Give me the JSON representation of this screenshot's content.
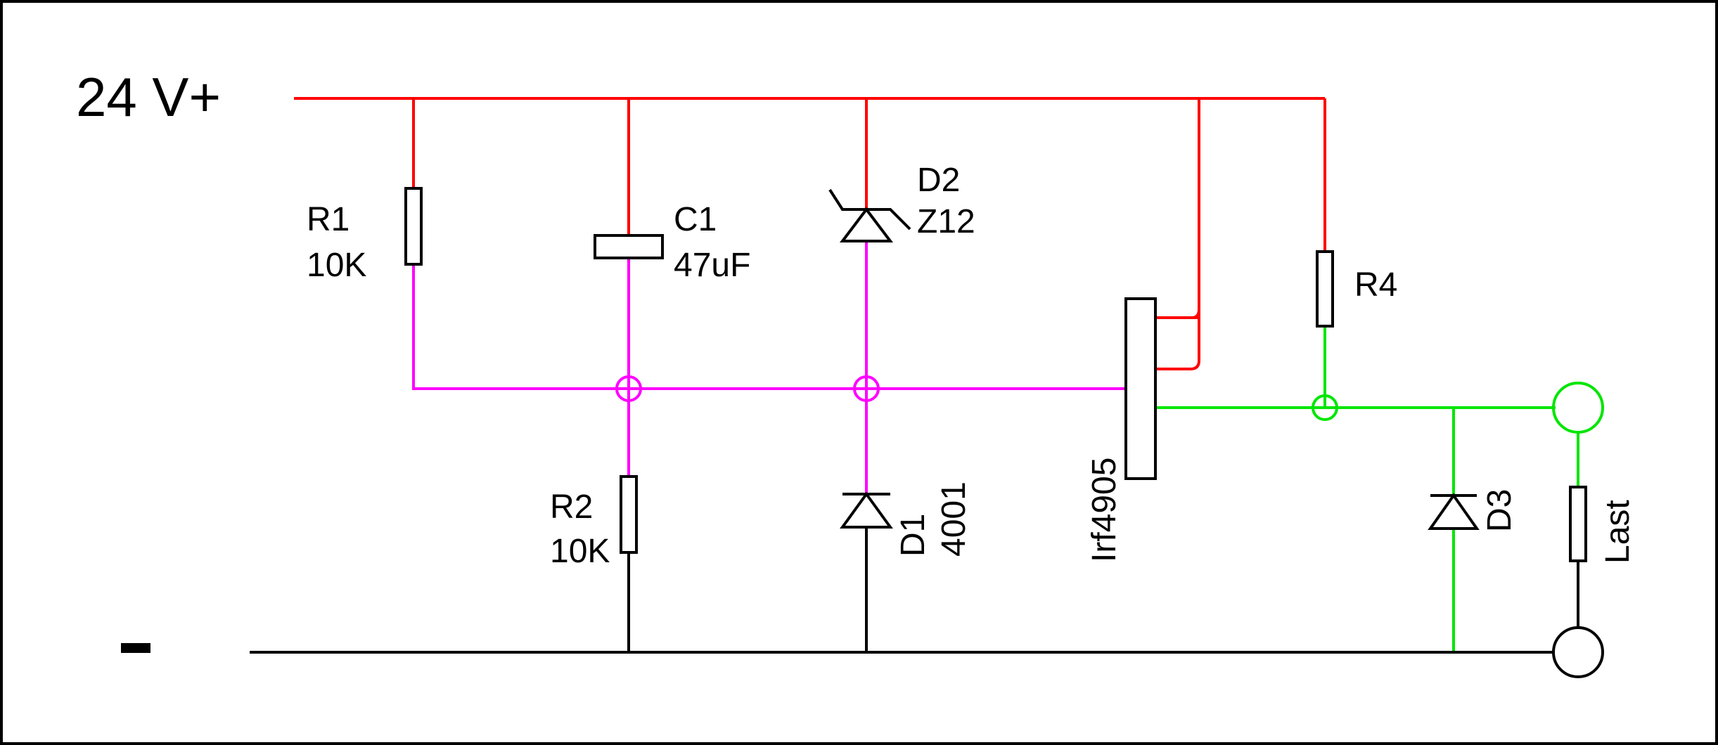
{
  "colors": {
    "positive_rail": "#ff0000",
    "gate_net": "#ff00ff",
    "output_net": "#00e600",
    "ground_net": "#000000",
    "component_outline": "#000000"
  },
  "labels": {
    "supply_positive": "24 V+",
    "supply_negative": "-",
    "r1_name": "R1",
    "r1_value": "10K",
    "c1_name": "C1",
    "c1_value": "47uF",
    "d2_name": "D2",
    "d2_value": "Z12",
    "r4_name": "R4",
    "r2_name": "R2",
    "r2_value": "10K",
    "d1_name": "D1",
    "d1_value": "4001",
    "mosfet_name": "Irf4905",
    "d3_name": "D3",
    "load_name": "Last"
  }
}
